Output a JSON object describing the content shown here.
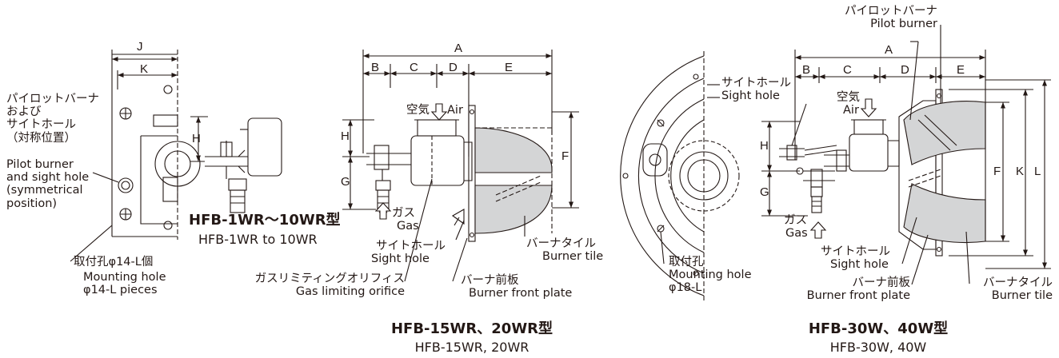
{
  "left": {
    "dim_j": "J",
    "dim_k": "K",
    "pilot_jp": [
      "パイロットバーナ",
      "および",
      "サイトホール",
      "（対称位置）"
    ],
    "pilot_en": [
      "Pilot burner",
      "and sight hole",
      "(symmetrical",
      "position)"
    ],
    "mount_jp": "取付孔φ14-L個",
    "mount_en": [
      "Mounting hole",
      "φ14-L pieces"
    ]
  },
  "small": {
    "dim_h": "H",
    "title_jp": "HFB-1WR～10WR型",
    "title_en": "HFB-1WR to 10WR"
  },
  "mid": {
    "dims": {
      "a": "A",
      "b": "B",
      "c": "C",
      "d": "D",
      "e": "E",
      "f": "F",
      "g": "G",
      "h": "H"
    },
    "air_jp": "空気",
    "air_en": "Air",
    "gas_jp": "ガス",
    "gas_en": "Gas",
    "sight_jp": "サイトホール",
    "sight_en": "Sight hole",
    "orifice_jp": "ガスリミティングオリフィス",
    "orifice_en": "Gas limiting orifice",
    "front_jp": "バーナ前板",
    "front_en": "Burner front plate",
    "tile_jp": "バーナタイル",
    "tile_en": "Burner tile",
    "title_jp": "HFB-15WR、20WR型",
    "title_en": "HFB-15WR, 20WR"
  },
  "circ": {
    "sight_jp": "サイトホール",
    "sight_en": "Sight hole",
    "mount_jp": "取付孔",
    "mount_en": [
      "Mounting hole",
      "φ18-L"
    ]
  },
  "right": {
    "dims": {
      "a": "A",
      "b": "B",
      "c": "C",
      "d": "D",
      "e": "E",
      "f": "F",
      "g": "G",
      "h": "H",
      "k": "K",
      "l": "L"
    },
    "pilot_jp": "パイロットバーナ",
    "pilot_en": "Pilot burner",
    "air_jp": "空気",
    "air_en": "Air",
    "gas_jp": "ガス",
    "gas_en": "Gas",
    "sight_jp": "サイトホール",
    "sight_en": "Sight hole",
    "front_jp": "バーナ前板",
    "front_en": "Burner front plate",
    "tile_jp": "バーナタイル",
    "tile_en": "Burner tile",
    "title_jp": "HFB-30W、40W型",
    "title_en": "HFB-30W, 40W"
  }
}
